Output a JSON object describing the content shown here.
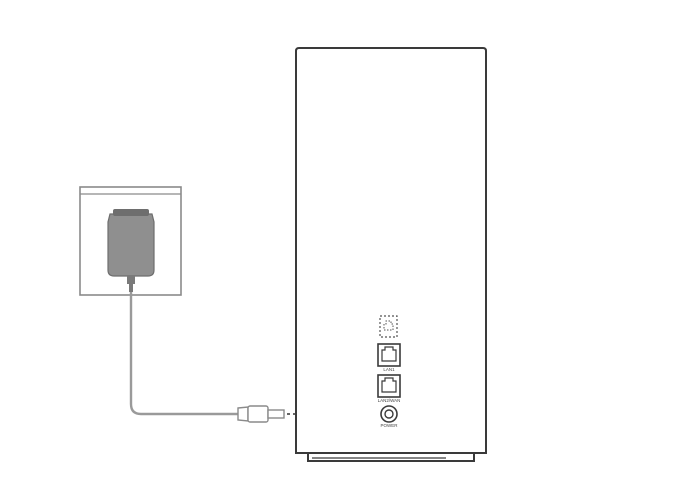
{
  "diagram": {
    "ports": {
      "top_label": "",
      "lan1_label": "LAN1",
      "lan2_label": "LAN2/WAN",
      "power_label": "POWER"
    }
  },
  "colors": {
    "outline": "#3a3a3a",
    "panel_outline": "#8a8a8a",
    "panel_fill": "#ffffff",
    "adapter_fill": "#8f8f8f",
    "adapter_top": "#6e6e6e",
    "cable": "#9a9a9a",
    "arrow": "#333333"
  },
  "icons": {
    "wall_socket": "wall-socket-icon",
    "power_adapter": "power-adapter-icon",
    "router": "router-device",
    "ethernet_port": "ethernet-port-icon",
    "dc_jack": "power-jack-icon"
  }
}
